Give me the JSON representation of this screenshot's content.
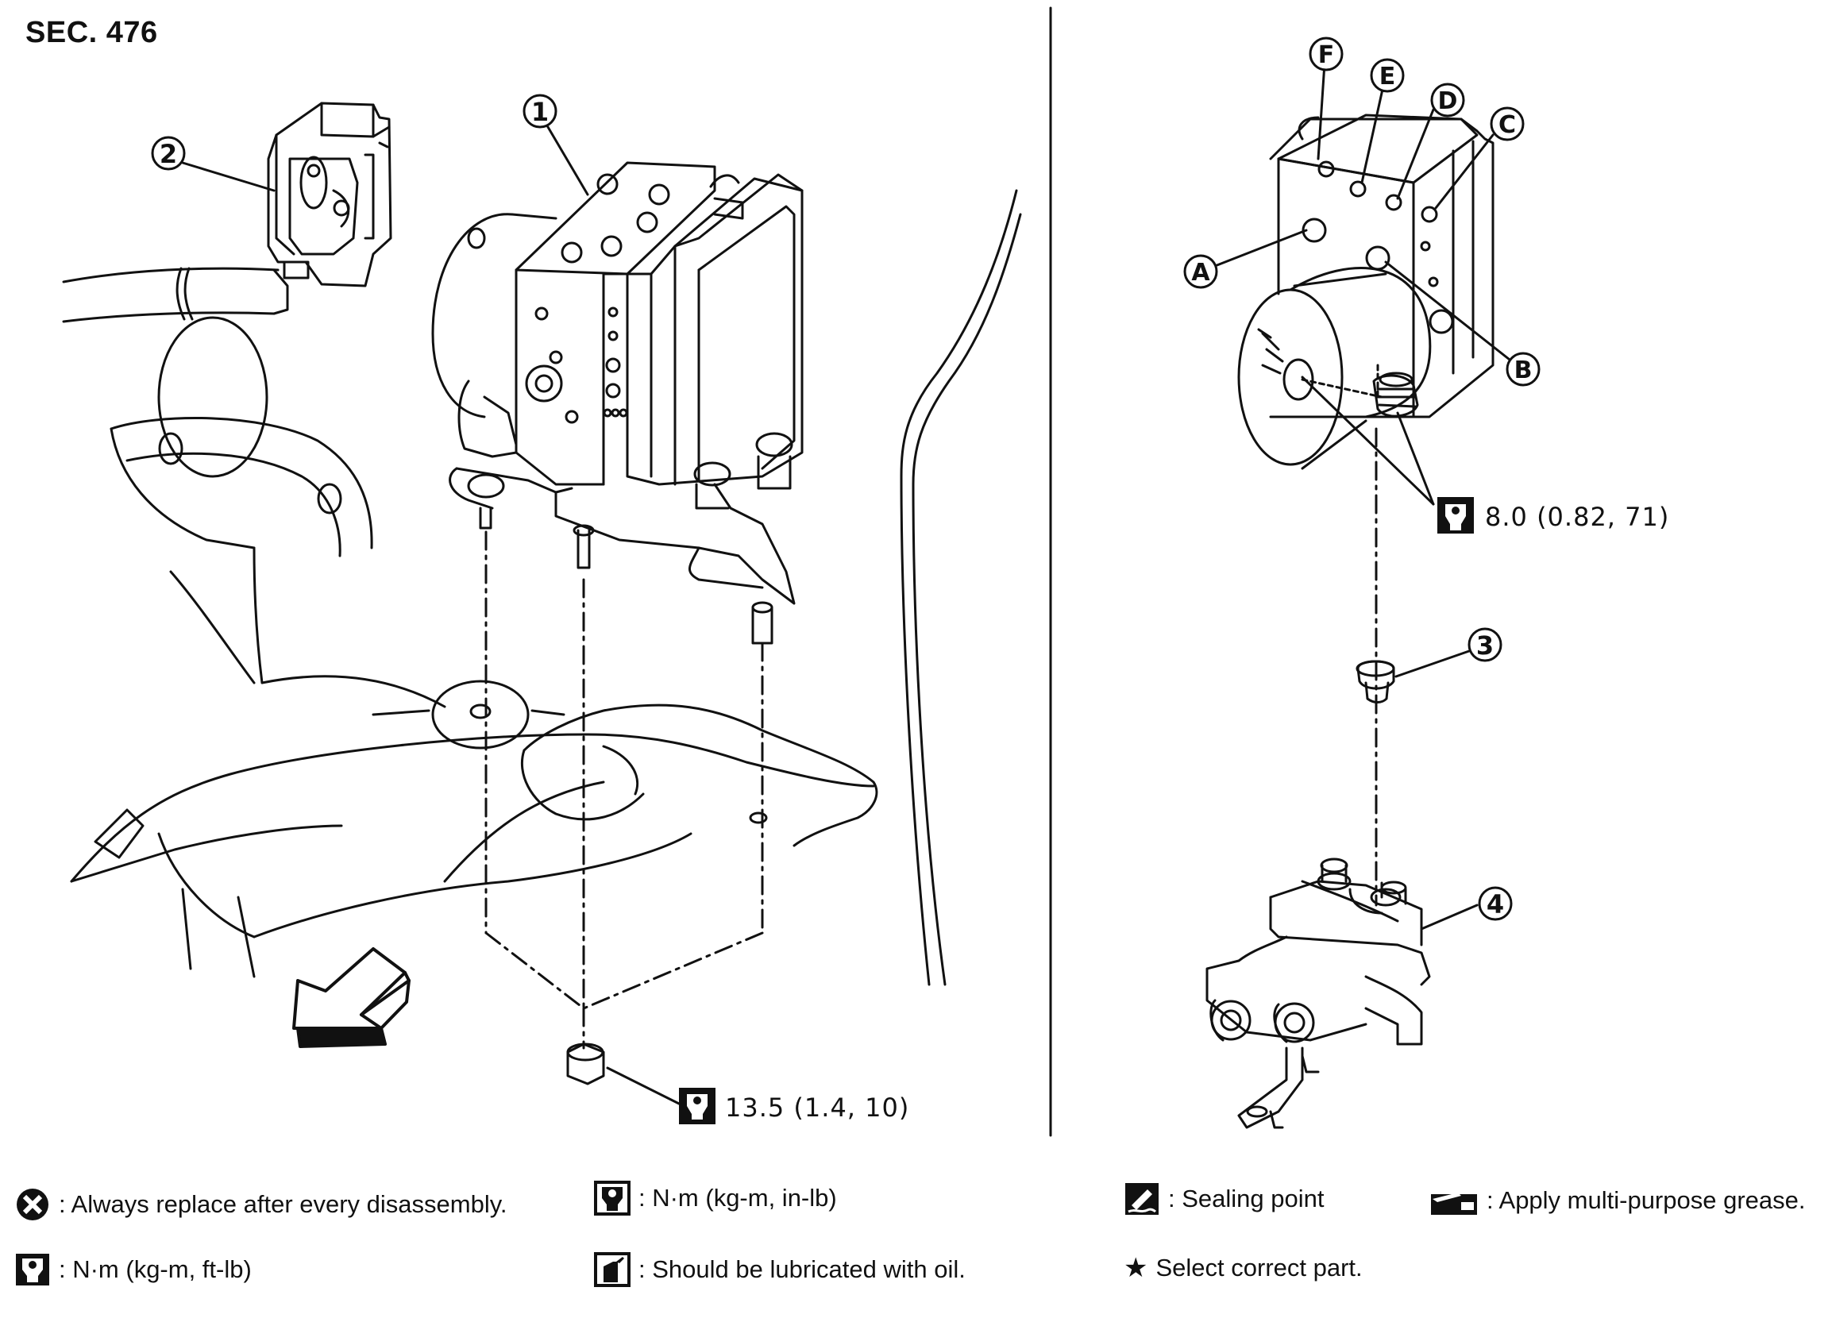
{
  "section": "SEC. 476",
  "callouts": {
    "c1": "1",
    "c2": "2",
    "c3": "3",
    "c4": "4",
    "A": "A",
    "B": "B",
    "C": "C",
    "D": "D",
    "E": "E",
    "F": "F"
  },
  "torque": {
    "right": "8.0 (0.82, 71)",
    "left": "13.5 (1.4, 10)"
  },
  "legend": {
    "replace": ": Always replace after every disassembly.",
    "nm_in_lb": ": N·m (kg-m, in-lb)",
    "sealing": ": Sealing point",
    "grease": ": Apply multi-purpose grease.",
    "nm_ft_lb": ": N·m (kg-m, ft-lb)",
    "oil": ": Should be lubricated with oil.",
    "select": "Select correct part."
  },
  "icons": [
    "replace-icon",
    "torque-in-lb-icon",
    "sealing-icon",
    "grease-icon",
    "torque-ft-lb-icon",
    "oil-can-icon",
    "star-icon"
  ]
}
